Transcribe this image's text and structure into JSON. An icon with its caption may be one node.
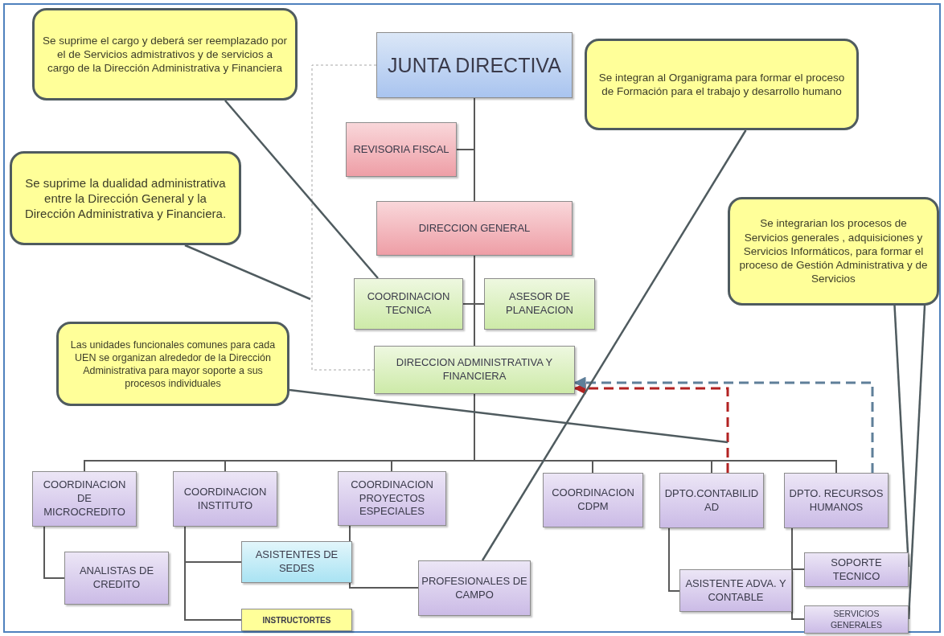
{
  "diagram": {
    "nodes": [
      {
        "text": [
          "JUNTA DIRECTIVA"
        ]
      },
      {
        "text": [
          "REVISORIA FISCAL"
        ]
      },
      {
        "text": [
          "DIRECCION GENERAL"
        ]
      },
      {
        "text": [
          "ASESOR DE PLANEACION"
        ]
      },
      {
        "text": [
          "COORDINACION TECNICA"
        ]
      },
      {
        "text": [
          "DIRECCION ADMINISTRATIVA Y FINANCIERA"
        ]
      },
      {
        "text": [
          "COORDINACION DE MICROCREDITO"
        ]
      },
      {
        "text": [
          "ANALISTAS DE CREDITO"
        ]
      },
      {
        "text": [
          "COORDINACION INSTITUTO"
        ]
      },
      {
        "text": [
          "ASISTENTES DE SEDES"
        ]
      },
      {
        "text": [
          "INSTRUCTORTES"
        ]
      },
      {
        "text": [
          "COORDINACION PROYECTOS ESPECIALES"
        ]
      },
      {
        "text": [
          "PROFESIONALES DE CAMPO"
        ]
      },
      {
        "text": [
          "COORDINACION CDPM"
        ]
      },
      {
        "text": [
          "DPTO.CONTABILID AD"
        ]
      },
      {
        "text": [
          "ASISTENTE ADVA. Y CONTABLE"
        ]
      },
      {
        "text": [
          "DPTO. RECURSOS HUMANOS"
        ]
      },
      {
        "text": [
          "SOPORTE TECNICO"
        ]
      },
      {
        "text": [
          "SERVICIOS GENERALES"
        ]
      },
      {
        "text": [
          "Se suprime el cargo y deberá ser reemplazado por el de Servicios admistrativos y de servicios a cargo de la Dirección Administrativa y Financiera"
        ]
      },
      {
        "text": [
          "Se suprime la dualidad administrativa entre la Dirección General y la Dirección Administrativa y Financiera."
        ]
      },
      {
        "text": [
          "Se integran al  Organigrama para formar el proceso de Formación para el trabajo y desarrollo humano"
        ]
      },
      {
        "text": [
          "Se integrarian los  procesos  de Servicios generales , adquisiciones y Servicios Informáticos, para formar el proceso de Gestión Administrativa y de Servicios"
        ]
      },
      {
        "text": [
          "Las unidades funcionales comunes para cada UEN se organizan alrededor de la Dirección Administrativa  para mayor soporte a sus procesos individuales"
        ]
      }
    ],
    "edges": [
      {
        "from": 0,
        "to": 1,
        "arrow": "none"
      },
      {
        "from": 0,
        "to": 2,
        "arrow": "none"
      },
      {
        "from": 2,
        "to": 3,
        "arrow": "none"
      },
      {
        "from": 2,
        "to": 4,
        "arrow": "none"
      },
      {
        "from": 2,
        "to": 5,
        "arrow": "none"
      },
      {
        "from": 0,
        "to": 5,
        "arrow": "none",
        "style": "dashed",
        "color": "#a6a6a6"
      },
      {
        "from": 5,
        "to": 6,
        "arrow": "none"
      },
      {
        "from": 5,
        "to": 8,
        "arrow": "none"
      },
      {
        "from": 5,
        "to": 11,
        "arrow": "none"
      },
      {
        "from": 5,
        "to": 13,
        "arrow": "none"
      },
      {
        "from": 5,
        "to": 14,
        "arrow": "none"
      },
      {
        "from": 5,
        "to": 16,
        "arrow": "none"
      },
      {
        "from": 6,
        "to": 7,
        "arrow": "none"
      },
      {
        "from": 8,
        "to": 9,
        "arrow": "none"
      },
      {
        "from": 8,
        "to": 10,
        "arrow": "none"
      },
      {
        "from": 11,
        "to": 12,
        "arrow": "none"
      },
      {
        "from": 14,
        "to": 15,
        "arrow": "none"
      },
      {
        "from": 16,
        "to": 17,
        "arrow": "none"
      },
      {
        "from": 16,
        "to": 18,
        "arrow": "none"
      },
      {
        "from": 14,
        "to": 5,
        "arrow": "to",
        "style": "dashed",
        "color": "#b22222"
      },
      {
        "from": 16,
        "to": 5,
        "arrow": "to",
        "style": "dashed",
        "color": "#5f7f99"
      },
      {
        "from": 19,
        "to": 4,
        "arrow": "none"
      },
      {
        "from": 20,
        "to": null,
        "arrow": "none"
      },
      {
        "from": 21,
        "to": 12,
        "arrow": "none"
      },
      {
        "from": 22,
        "to": 18,
        "arrow": "none"
      },
      {
        "from": 22,
        "to": 17,
        "arrow": "none"
      },
      {
        "from": 23,
        "to": null,
        "arrow": "none"
      }
    ]
  }
}
